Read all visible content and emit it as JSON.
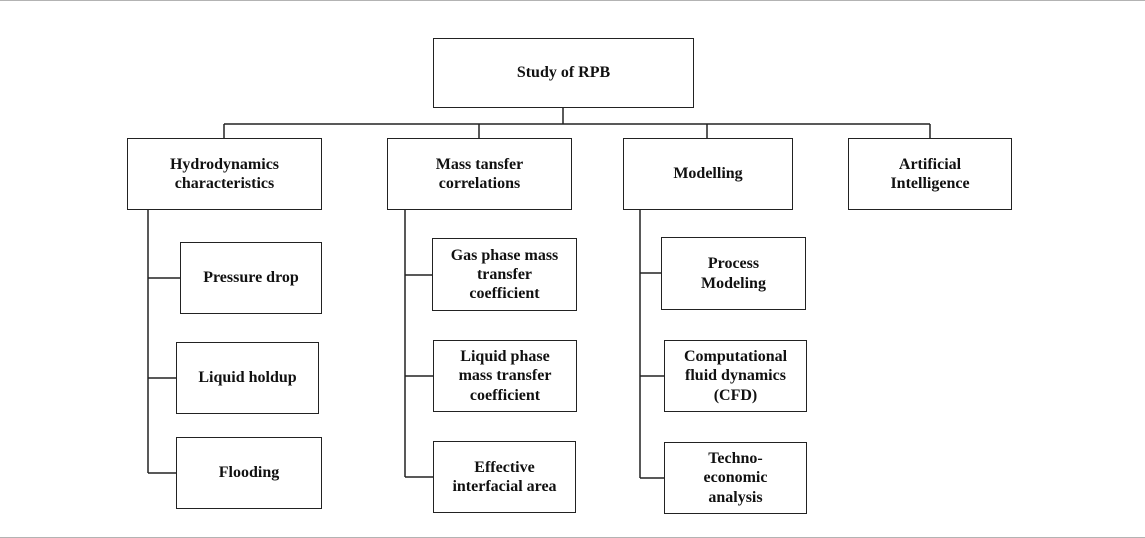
{
  "diagram": {
    "root": {
      "label": "Study of RPB"
    },
    "branches": [
      {
        "label": "Hydrodynamics\ncharacteristics",
        "children": [
          "Pressure drop",
          "Liquid holdup",
          "Flooding"
        ]
      },
      {
        "label": "Mass tansfer\ncorrelations",
        "children": [
          "Gas phase mass\ntransfer\ncoefficient",
          "Liquid phase\nmass transfer\ncoefficient",
          "Effective\ninterfacial area"
        ]
      },
      {
        "label": "Modelling",
        "children": [
          "Process\nModeling",
          "Computational\nfluid dynamics\n(CFD)",
          "Techno-\neconomic\nanalysis"
        ]
      },
      {
        "label": "Artificial\nIntelligence",
        "children": []
      }
    ]
  }
}
